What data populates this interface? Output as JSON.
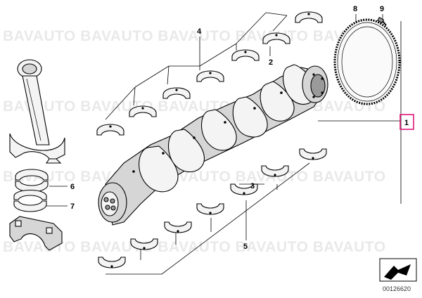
{
  "watermark": {
    "text": "BAVAUTO"
  },
  "callouts": {
    "c1": "1",
    "c2": "2",
    "c3": "3",
    "c4": "4",
    "c5": "5",
    "c6": "6",
    "c7": "7",
    "c8": "8",
    "c9": "9"
  },
  "highlight": {
    "label": "1",
    "color": "#e0187a"
  },
  "document_number": "00126620",
  "icons": {
    "navigation": "arrow-icon",
    "parts": [
      "crankshaft",
      "main-bearing-shell",
      "connecting-rod",
      "rod-bearing-shell",
      "bearing-cap",
      "ring-gear",
      "screw"
    ]
  }
}
